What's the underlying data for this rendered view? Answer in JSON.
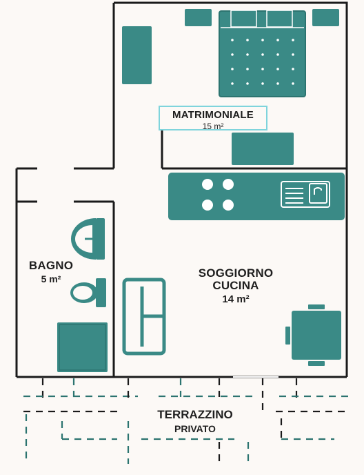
{
  "plan": {
    "colors": {
      "wall": "#1a1a1a",
      "furniture": "#3a8a86",
      "furniture_stroke": "#2c7470",
      "highlight": "#7fd4dc",
      "dots": "#ffffff",
      "background": "#fcf9f6"
    },
    "rooms": {
      "matrimoniale": {
        "name": "MATRIMONIALE",
        "area": "15 m²"
      },
      "bagno": {
        "name": "BAGNO",
        "area": "5 m²"
      },
      "soggiorno": {
        "name_line1": "SOGGIORNO",
        "name_line2": "CUCINA",
        "area": "14 m²"
      },
      "terrazzino": {
        "name_line1": "TERRAZZINO",
        "name_line2": "PRIVATO"
      }
    },
    "icons": [
      "wardrobe-icon",
      "double-bed-icon",
      "nightstand-icon",
      "desk-icon",
      "kitchen-counter-icon",
      "stove-icon",
      "sink-icon",
      "washbasin-icon",
      "toilet-icon",
      "shower-icon",
      "sofa-icon",
      "dining-table-icon"
    ]
  }
}
